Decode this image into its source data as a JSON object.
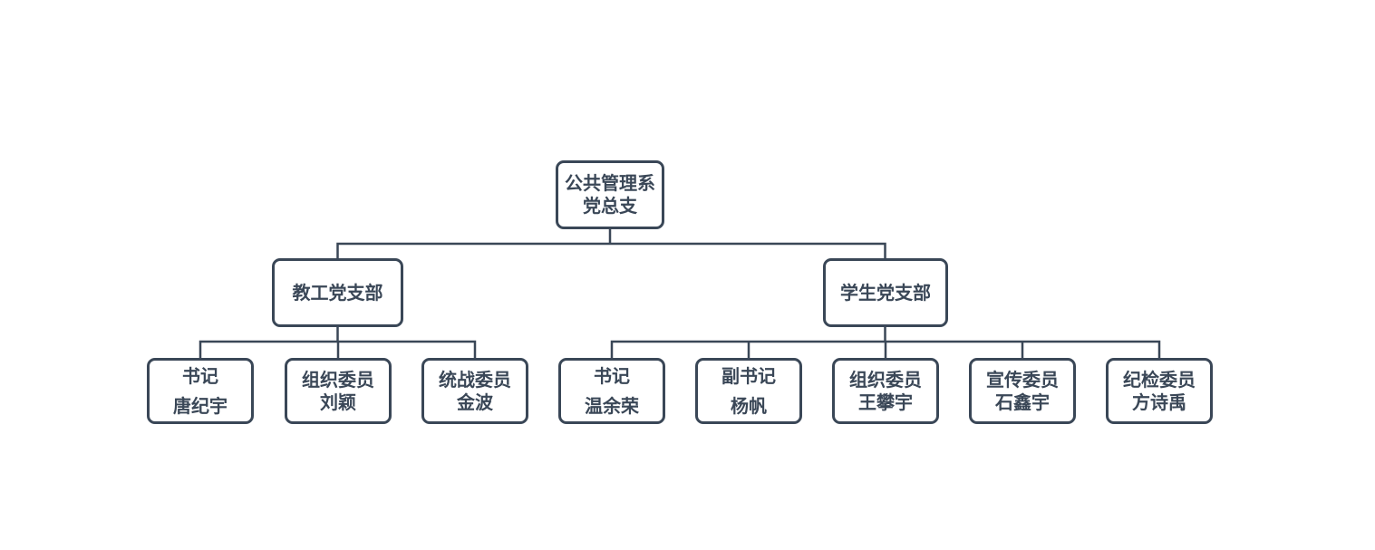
{
  "colors": {
    "ink": "#3a4757",
    "node_background": "#ffffff",
    "page_background": "#ffffff"
  },
  "org_chart": {
    "root": {
      "lines": [
        "公共管理系",
        "党总支"
      ]
    },
    "branches": [
      {
        "label": "教工党支部",
        "children": [
          {
            "role": "书记",
            "name": "唐纪宇"
          },
          {
            "role": "组织委员",
            "name": "刘颖"
          },
          {
            "role": "统战委员",
            "name": "金波"
          }
        ]
      },
      {
        "label": "学生党支部",
        "children": [
          {
            "role": "书记",
            "name": "温余荣"
          },
          {
            "role": "副书记",
            "name": "杨帆"
          },
          {
            "role": "组织委员",
            "name": "王攀宇"
          },
          {
            "role": "宣传委员",
            "name": "石鑫宇"
          },
          {
            "role": "纪检委员",
            "name": "方诗禹"
          }
        ]
      }
    ]
  }
}
